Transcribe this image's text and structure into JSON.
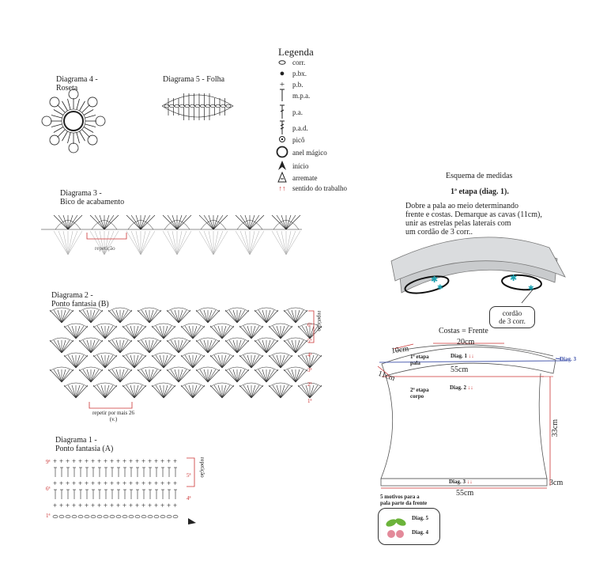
{
  "legend": {
    "title": "Legenda",
    "items": [
      {
        "symbol": "chain-icon",
        "label": "corr."
      },
      {
        "symbol": "slip-stitch-icon",
        "label": "p.bx."
      },
      {
        "symbol": "single-crochet-icon",
        "label": "p.b."
      },
      {
        "symbol": "half-double-crochet-icon",
        "label": "m.p.a."
      },
      {
        "symbol": "double-crochet-icon",
        "label": "p.a."
      },
      {
        "symbol": "treble-crochet-icon",
        "label": "p.a.d."
      },
      {
        "symbol": "picot-icon",
        "label": "picô"
      },
      {
        "symbol": "magic-ring-icon",
        "label": "anel mágico"
      },
      {
        "symbol": "start-arrow-icon",
        "label": "início"
      },
      {
        "symbol": "finish-icon",
        "label": "arremate"
      },
      {
        "symbol": "direction-icon",
        "label": "sentido do trabalho"
      }
    ]
  },
  "diagrams": {
    "d4": {
      "title": "Diagrama 4 -",
      "subtitle": "Roseta"
    },
    "d5": {
      "title": "Diagrama 5 - Folha"
    },
    "d3": {
      "title": "Diagrama 3 -",
      "subtitle": "Bico de acabamento",
      "repeat": "repetição"
    },
    "d2": {
      "title": "Diagrama 2 -",
      "subtitle": "Ponto fantasia (B)",
      "repeat": "repetir por mais 26 (v.)",
      "repeat_side": "repetição",
      "rows": [
        "6ª",
        "5ª",
        "4ª",
        "3ª",
        "2ª",
        "1ª"
      ]
    },
    "d1": {
      "title": "Diagrama 1 -",
      "subtitle": "Ponto fantasia (A)",
      "repeat_side": "repetição",
      "rows": [
        "9ª",
        "6ª",
        "5ª",
        "4ª",
        "1ª"
      ]
    }
  },
  "scheme": {
    "title": "Esquema de medidas",
    "step": "1ª etapa (diag. 1).",
    "instructions": [
      "Dobre a pala ao meio determinando",
      "frente e costas.  Demarque as cavas (11cm),",
      "unir as estrelas pelas laterais com",
      "um cordão de 3 corr.."
    ],
    "cord_note": [
      "cordão",
      "de 3 corr."
    ],
    "costas": "Costas = Frente",
    "m10": "10cm",
    "m20": "20cm",
    "m11": "11cm",
    "m55a": "55cm",
    "m33": "33cm",
    "m3": "3cm",
    "m55b": "55cm",
    "etapa1": [
      "1ª etapa",
      "pala"
    ],
    "diag1": "Diag. 1",
    "etapa2": [
      "2ª etapa",
      "corpo"
    ],
    "diag2": "Diag. 2",
    "diag3": "Diag. 3",
    "diag3_side": "Diag. 3",
    "motifs": [
      "5 motivos para a",
      "pala parte da frente"
    ],
    "diag5": "Diag. 5",
    "diag4": "Diag. 4"
  },
  "colors": {
    "accent_red": "#c33333",
    "accent_blue": "#3b4ea8",
    "accent_teal": "#1aa0b0",
    "leaf_green": "#6bb33a",
    "rosette_pink": "#e38a9a"
  }
}
